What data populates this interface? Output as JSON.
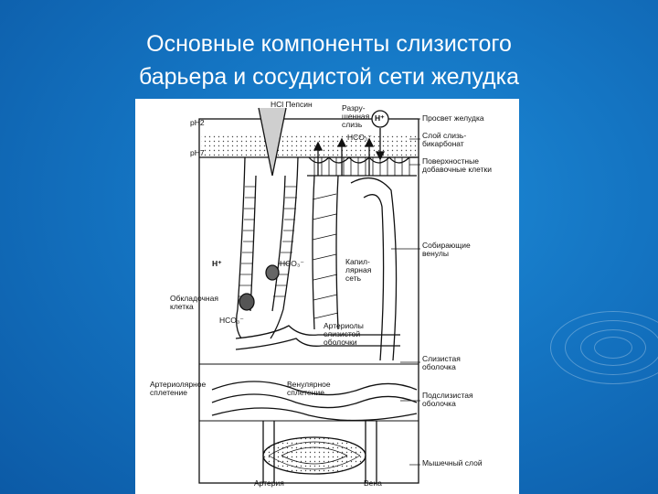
{
  "slide": {
    "title_line1": "Основные компоненты слизистого",
    "title_line2": "барьера и сосудистой сети желудка"
  },
  "diagram": {
    "labels": {
      "hcl_pepsin": "HCl Пепсин",
      "destroyed_mucus_1": "Разру-",
      "destroyed_mucus_2": "шенная",
      "destroyed_mucus_3": "слизь",
      "h_plus_top": "H⁺",
      "stomach_lumen": "Просвет желудка",
      "ph2": "pH2",
      "ph7": "pH7",
      "hco3_top": "HCO₃⁻",
      "mucus_layer_1": "Слой слизь-",
      "mucus_layer_2": "бикарбонат",
      "surface_cells_1": "Поверхностные",
      "surface_cells_2": "добавочные клетки",
      "collecting_venules_1": "Собирающие",
      "collecting_venules_2": "венулы",
      "h_plus_left": "H⁺",
      "hco3_mid": "HCO₃⁻",
      "capillary_1": "Капил-",
      "capillary_2": "лярная",
      "capillary_3": "сеть",
      "parietal_1": "Обкладочная",
      "parietal_2": "клетка",
      "hco3_bottom": "HCO₃⁻",
      "arterioles_1": "Артериолы",
      "arterioles_2": "слизистой",
      "arterioles_3": "оболочки",
      "mucosa_1": "Слизистая",
      "mucosa_2": "оболочка",
      "arteriolar_plexus_1": "Артериолярное",
      "arteriolar_plexus_2": "сплетение",
      "venular_plexus_1": "Венулярное",
      "venular_plexus_2": "сплетение",
      "submucosa_1": "Подслизистая",
      "submucosa_2": "оболочка",
      "muscle_layer": "Мышечный слой",
      "artery": "Артерия",
      "vein": "Вена"
    }
  }
}
